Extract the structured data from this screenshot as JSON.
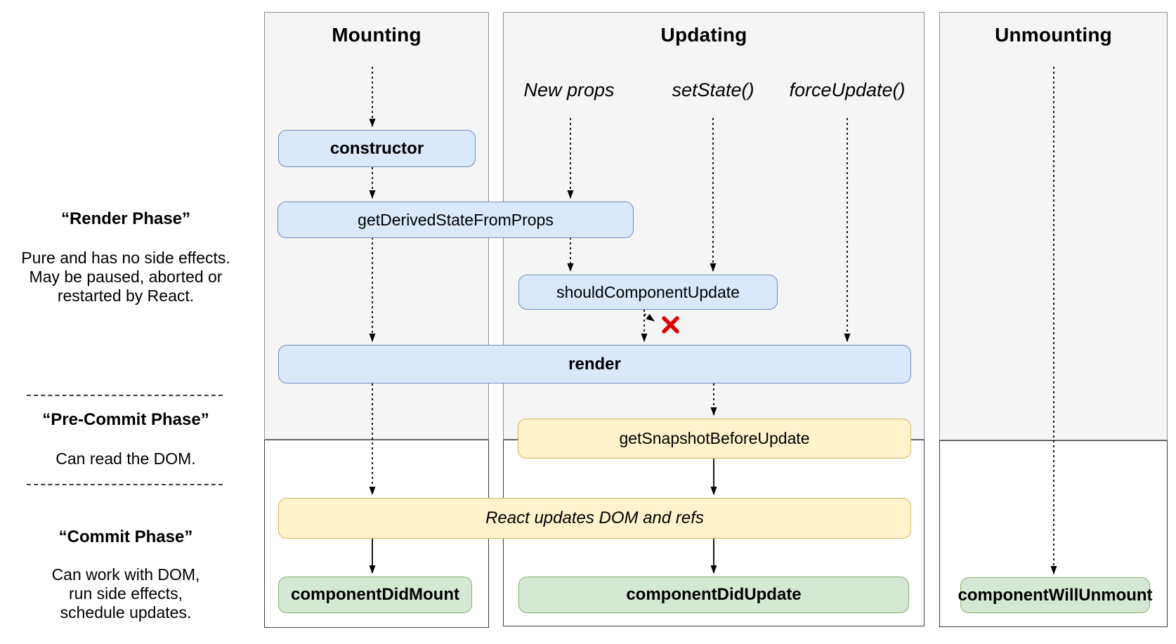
{
  "columns": {
    "mounting": {
      "title": "Mounting"
    },
    "updating": {
      "title": "Updating",
      "triggers": {
        "new_props": "New props",
        "set_state": "setState()",
        "force_update": "forceUpdate()"
      }
    },
    "unmounting": {
      "title": "Unmounting"
    }
  },
  "phases": {
    "render": {
      "title": "“Render Phase”",
      "lines": [
        "Pure and has no side effects.",
        "May be paused, aborted or",
        "restarted by React."
      ]
    },
    "pre_commit": {
      "title": "“Pre-Commit Phase”",
      "lines": [
        "Can read the DOM."
      ]
    },
    "commit": {
      "title": "“Commit Phase”",
      "lines": [
        "Can work with DOM,",
        "run side effects,",
        "schedule updates."
      ]
    }
  },
  "nodes": {
    "constructor": {
      "label": "constructor"
    },
    "get_derived_state_from_props": {
      "label": "getDerivedStateFromProps"
    },
    "should_component_update": {
      "label": "shouldComponentUpdate"
    },
    "render": {
      "label": "render"
    },
    "get_snapshot_before_update": {
      "label": "getSnapshotBeforeUpdate"
    },
    "react_updates_dom": {
      "label": "React updates DOM and refs"
    },
    "component_did_mount": {
      "label": "componentDidMount"
    },
    "component_did_update": {
      "label": "componentDidUpdate"
    },
    "component_will_unmount": {
      "label": "componentWillUnmount"
    }
  },
  "icons": {
    "no_update": "red-x-mark"
  },
  "colors": {
    "box_blue_fill": "#dae8fc",
    "box_blue_stroke": "#6c8ebf",
    "box_yellow_fill": "#fff2cc",
    "box_yellow_stroke": "#d6b656",
    "box_green_fill": "#d5e8d4",
    "box_green_stroke": "#82b366",
    "panel_gray_fill": "#f5f5f5",
    "x_mark_red": "#e00000",
    "arrow_black": "#000000"
  }
}
